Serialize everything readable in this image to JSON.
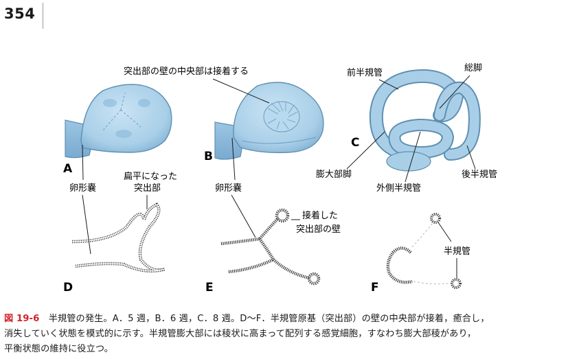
{
  "page_number": "354",
  "figure": {
    "panel_letters": {
      "A": "A",
      "B": "B",
      "C": "C",
      "D": "D",
      "E": "E",
      "F": "F"
    },
    "labels": {
      "b_attach": "突出部の壁の中央部は接着する",
      "a_utricle": "卵形嚢",
      "d_flattened_line1": "扁平になった",
      "d_flattened_line2": "突出部",
      "b_utricle": "卵形嚢",
      "e_attached_line1": "接着した",
      "e_attached_line2": "突出部の壁",
      "c_anterior": "前半規管",
      "c_crus": "総脚",
      "c_ampulla": "膨大部脚",
      "c_lateral": "外側半規管",
      "c_posterior": "後半規管",
      "f_canal": "半規管"
    }
  },
  "caption": {
    "label": "図 19-6",
    "line1": "半規管の発生。A．5 週，B．6 週，C．8 週。D～F．半規管原基（突出部）の壁の中央部が接着，癒合し，",
    "line2": "消失していく状態を模式的に示す。半規管膨大部には稜状に高まって配列する感覚細胞，すなわち膨大部稜があり，",
    "line3": "平衡状態の維持に役立つ。"
  },
  "colors": {
    "structure_fill": "#a9cfe8",
    "structure_stroke": "#5f8fb1",
    "epithelium": "#3a3a3a",
    "caption_label": "#d2232a"
  }
}
